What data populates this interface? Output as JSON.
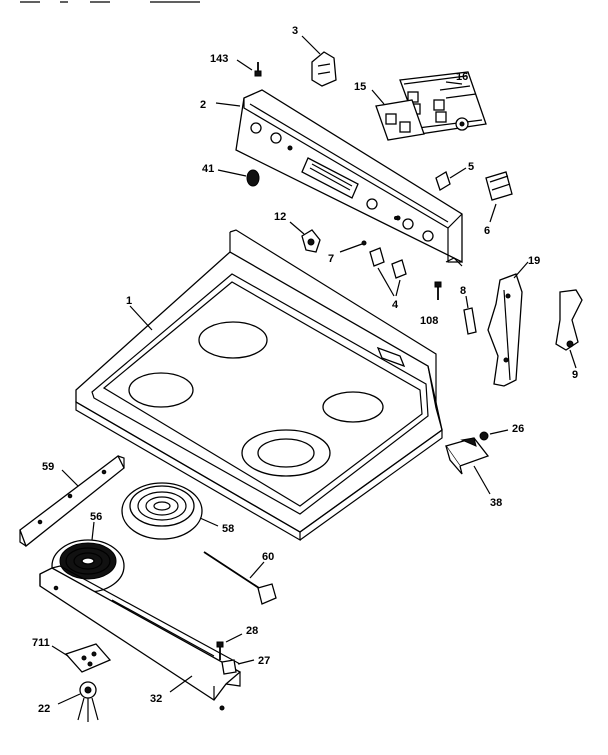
{
  "header_fragment": "",
  "callouts": {
    "c3": "3",
    "c143": "143",
    "c16": "16",
    "c2": "2",
    "c15": "15",
    "c41": "41",
    "c5": "5",
    "c6": "6",
    "c12": "12",
    "c7": "7",
    "c19": "19",
    "c4": "4",
    "c8": "8",
    "c108": "108",
    "c1": "1",
    "c9": "9",
    "c26": "26",
    "c38": "38",
    "c59": "59",
    "c56": "56",
    "c58": "58",
    "c60": "60",
    "c711": "711",
    "c28": "28",
    "c27": "27",
    "c22": "22",
    "c32": "32"
  }
}
